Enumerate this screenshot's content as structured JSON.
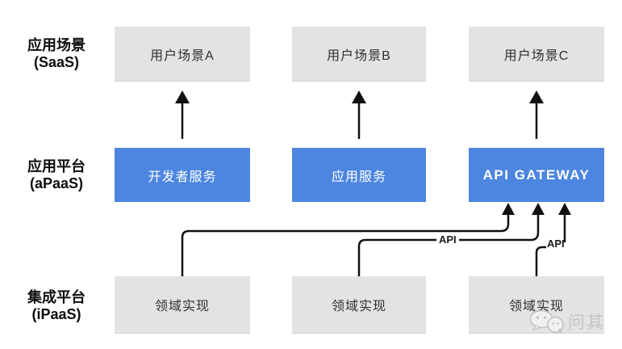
{
  "layers": {
    "saas": {
      "label": "应用场景\n(SaaS)",
      "boxes": [
        "用户场景A",
        "用户场景B",
        "用户场景C"
      ]
    },
    "apaas": {
      "label": "应用平台\n(aPaaS)",
      "boxes": [
        "开发者服务",
        "应用服务",
        "API GATEWAY"
      ]
    },
    "ipaas": {
      "label": "集成平台\n(iPaaS)",
      "boxes": [
        "领域实现",
        "领域实现",
        "领域实现"
      ]
    }
  },
  "connector_labels": {
    "api_mid": "API",
    "api_right": "API"
  },
  "watermark": {
    "text": "问其",
    "icon": "wechat-logo"
  },
  "colors": {
    "box_gray": "#e3e3e3",
    "box_blue": "#4d86e0",
    "line": "#111111",
    "label_text": "#0d0d0d",
    "watermark": "#c4c4c4"
  }
}
